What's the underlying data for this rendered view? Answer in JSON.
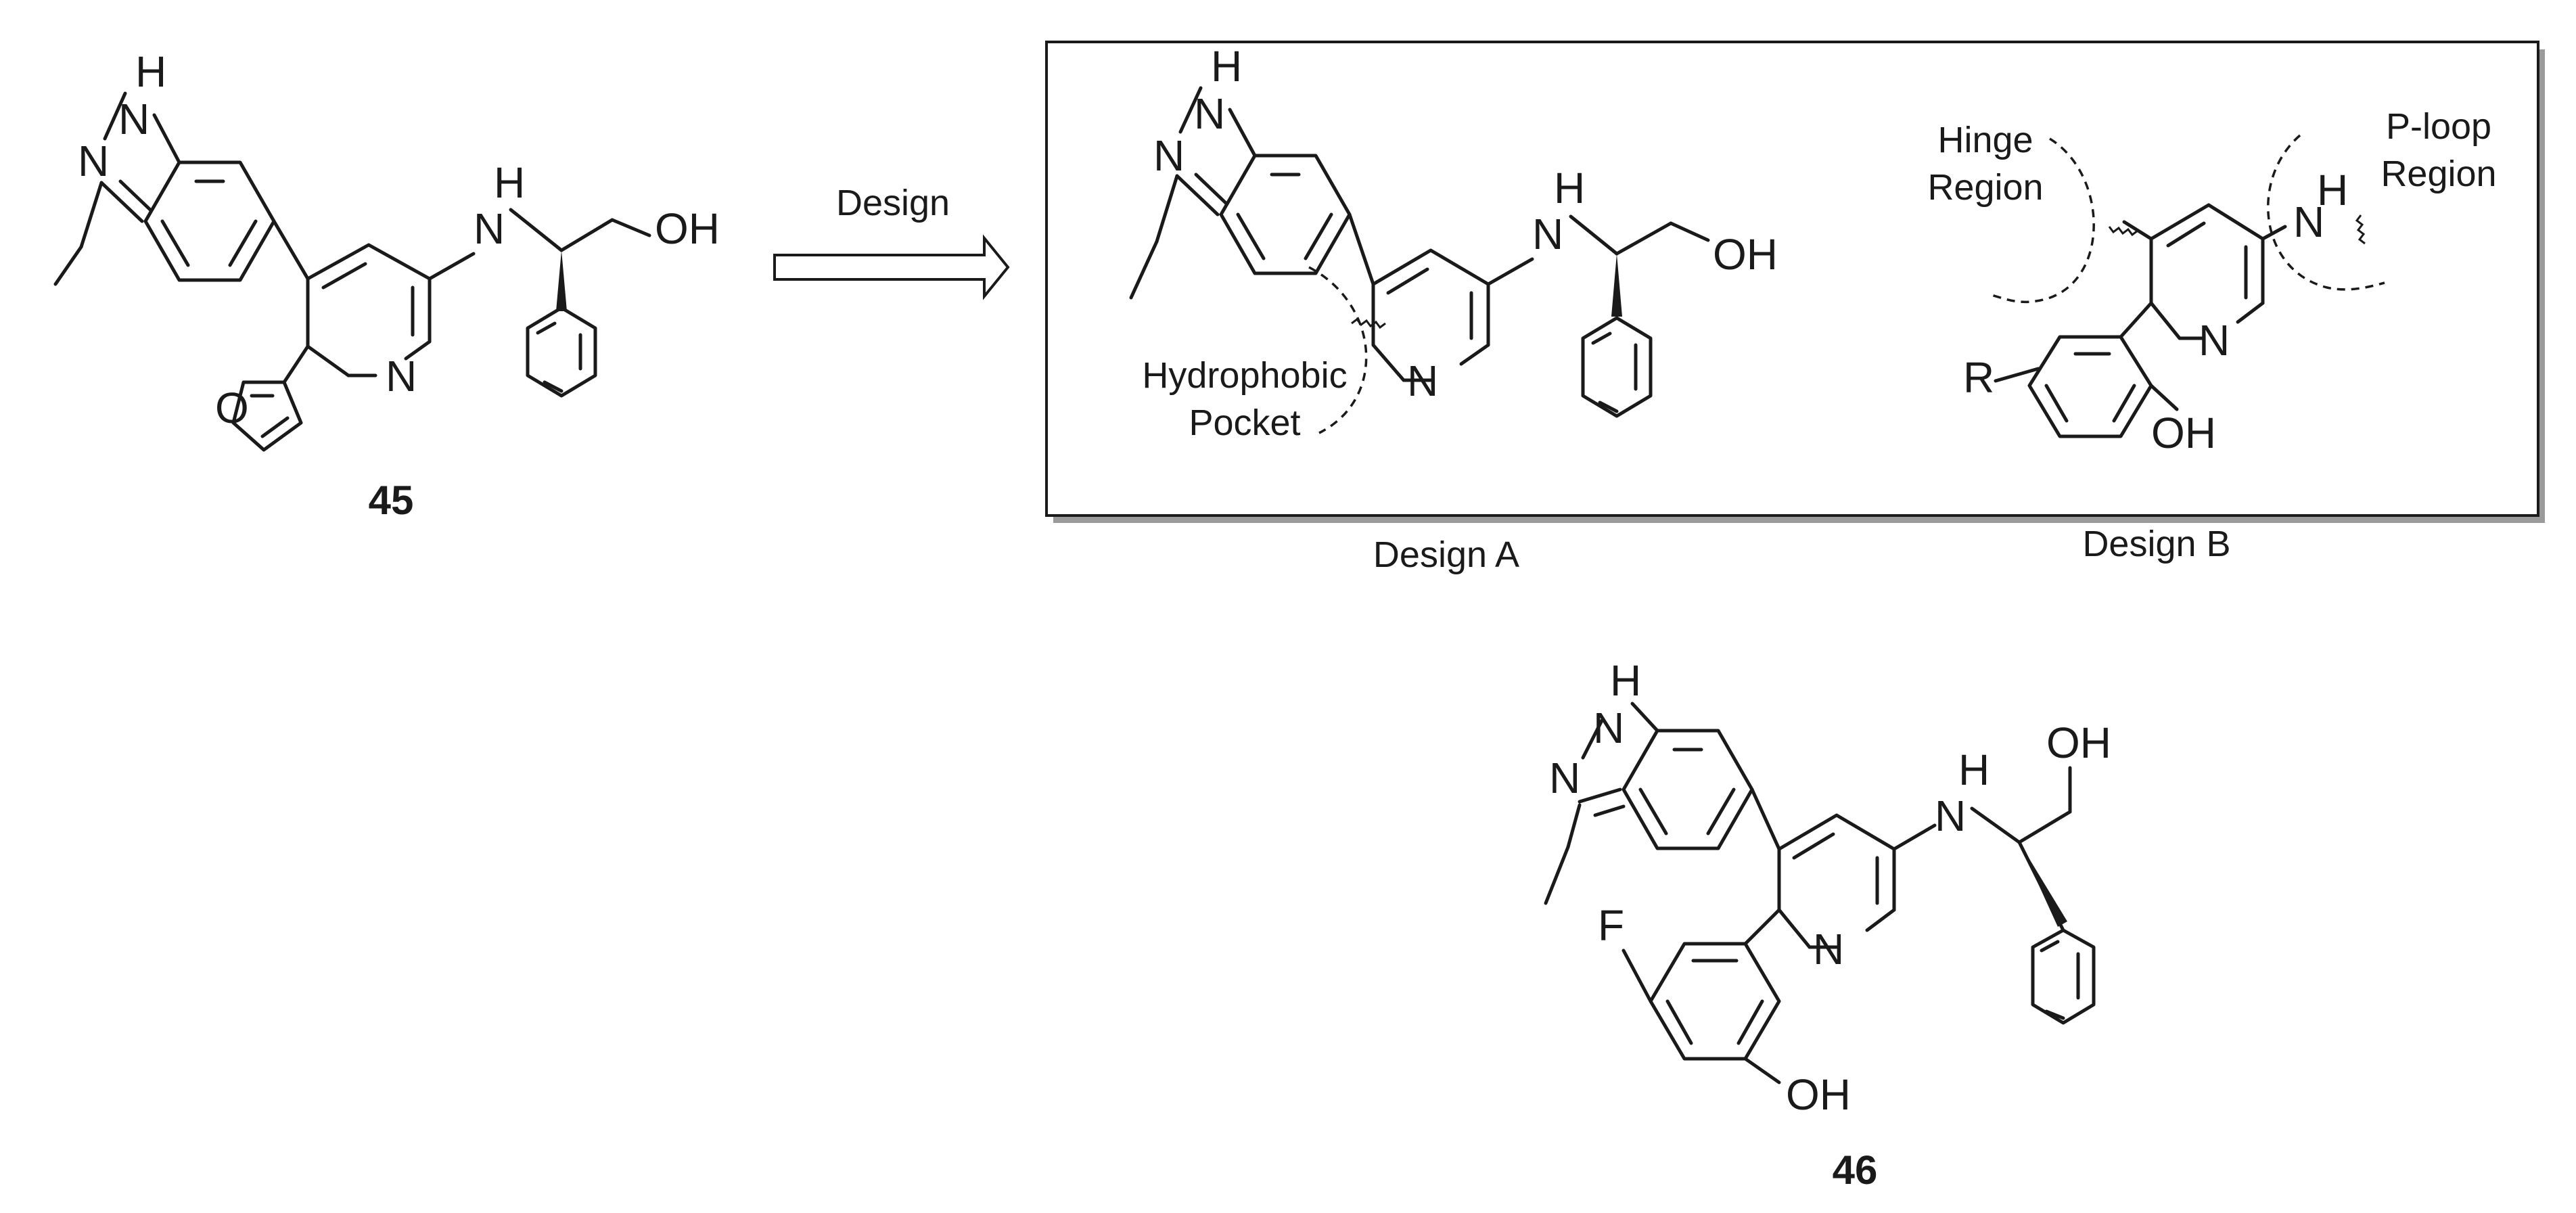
{
  "atoms": {
    "H": "H",
    "N": "N",
    "O": "O",
    "OH": "OH",
    "F": "F",
    "R": "R"
  },
  "compounds": {
    "start_label": "45",
    "product_label": "46"
  },
  "arrow": {
    "label": "Design"
  },
  "panel": {
    "design_a_caption": "Design A",
    "design_b_caption": "Design B",
    "hydrophobic_line1": "Hydrophobic",
    "hydrophobic_line2": "Pocket",
    "hinge_line1": "Hinge",
    "hinge_line2": "Region",
    "ploop_line1": "P-loop",
    "ploop_line2": "Region"
  },
  "colors": {
    "ink": "#1a1a1a",
    "panel_shadow": "#9a9a9a",
    "background": "#ffffff"
  }
}
